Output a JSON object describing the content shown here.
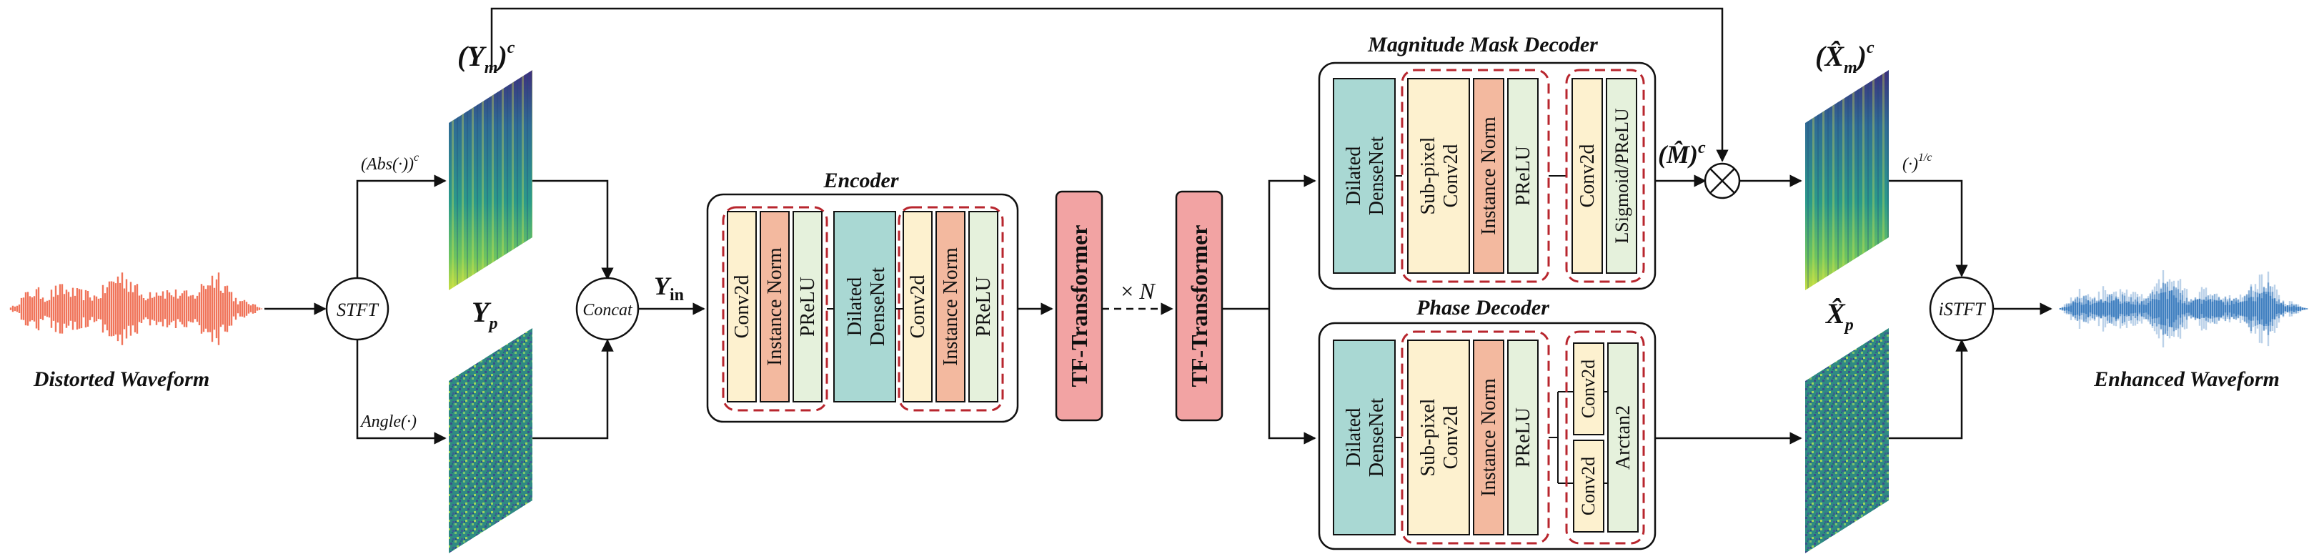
{
  "labels": {
    "distorted_waveform": "Distorted Waveform",
    "enhanced_waveform": "Enhanced Waveform",
    "stft": "STFT",
    "istft": "iSTFT",
    "concat": "Concat",
    "abs_main": "(Abs(·))",
    "abs_sup": "c",
    "angle": "Angle(·)",
    "ym_main": "(Y",
    "ym_sub": "m",
    "ym_close": ")",
    "ym_sup": "c",
    "yp_main": "Y",
    "yp_sub": "p",
    "yin_main": "Y",
    "yin_sub": "in",
    "encoder_title": "Encoder",
    "conv2d": "Conv2d",
    "instance_norm": "Instance Norm",
    "prelu": "PReLU",
    "dilated_densenet": "Dilated DenseNet",
    "dilated": "Dilated",
    "densenet": "DenseNet",
    "tf_transformer": "TF-Transformer",
    "times_n_times": "× ",
    "times_n_n": "N",
    "mag_decoder_title": "Magnitude Mask Decoder",
    "phase_decoder_title": "Phase Decoder",
    "subpixel": "Sub-pixel",
    "lsigmoid_prelu": "LSigmoid/PReLU",
    "arctan2": "Arctan2",
    "mhat_main": "(M̂)",
    "mhat_sup": "c",
    "xm_main": "(X̂",
    "xm_sub": "m",
    "xm_close": ")",
    "xm_sup": "c",
    "xp_main": "X̂",
    "xp_sub": "p",
    "inv_power_main": "(·)",
    "inv_power_sup": "1/c"
  },
  "colors": {
    "distorted_wave": "#f0745a",
    "enhanced_wave": "#3f7fc0",
    "conv_fill": "#fdf1cf",
    "norm_fill": "#f3b99f",
    "prelu_fill": "#e5f1dc",
    "dense_fill": "#a9d8d3",
    "transformer_fill": "#f2a3a3",
    "dash": "#b8262e",
    "stroke": "#111111"
  }
}
